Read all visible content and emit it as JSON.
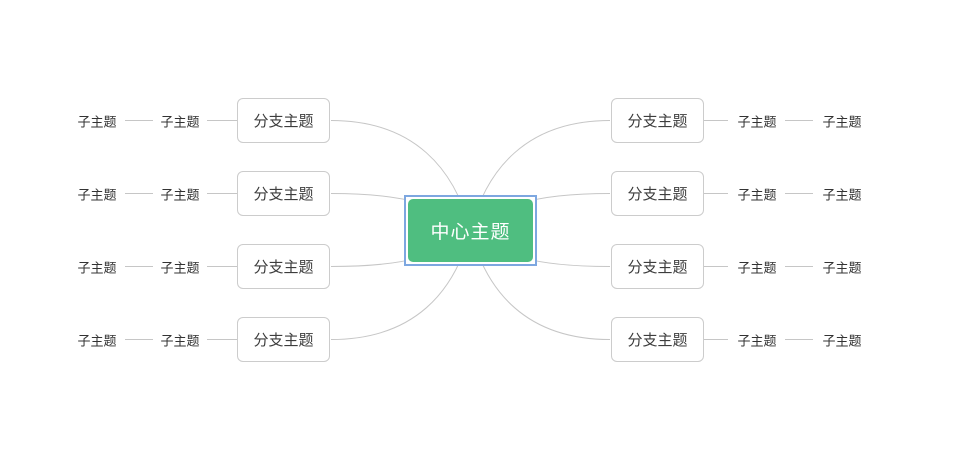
{
  "canvas": {
    "colors": {
      "background": "#ffffff",
      "connector": "#c6c6c6",
      "box_border": "#cccccc",
      "accent_green": "#4fbe80",
      "selection_blue": "#7da7e0",
      "text_dark": "#333333",
      "text_white": "#ffffff"
    }
  },
  "central": {
    "label": "中心主题"
  },
  "branches": {
    "left": [
      {
        "label": "分支主题",
        "child": {
          "label": "子主题",
          "child": {
            "label": "子主题"
          }
        }
      },
      {
        "label": "分支主题",
        "child": {
          "label": "子主题",
          "child": {
            "label": "子主题"
          }
        }
      },
      {
        "label": "分支主题",
        "child": {
          "label": "子主题",
          "child": {
            "label": "子主题"
          }
        }
      },
      {
        "label": "分支主题",
        "child": {
          "label": "子主题",
          "child": {
            "label": "子主题"
          }
        }
      }
    ],
    "right": [
      {
        "label": "分支主题",
        "child": {
          "label": "子主题",
          "child": {
            "label": "子主题"
          }
        }
      },
      {
        "label": "分支主题",
        "child": {
          "label": "子主题",
          "child": {
            "label": "子主题"
          }
        }
      },
      {
        "label": "分支主题",
        "child": {
          "label": "子主题",
          "child": {
            "label": "子主题"
          }
        }
      },
      {
        "label": "分支主题",
        "child": {
          "label": "子主题",
          "child": {
            "label": "子主题"
          }
        }
      }
    ]
  }
}
